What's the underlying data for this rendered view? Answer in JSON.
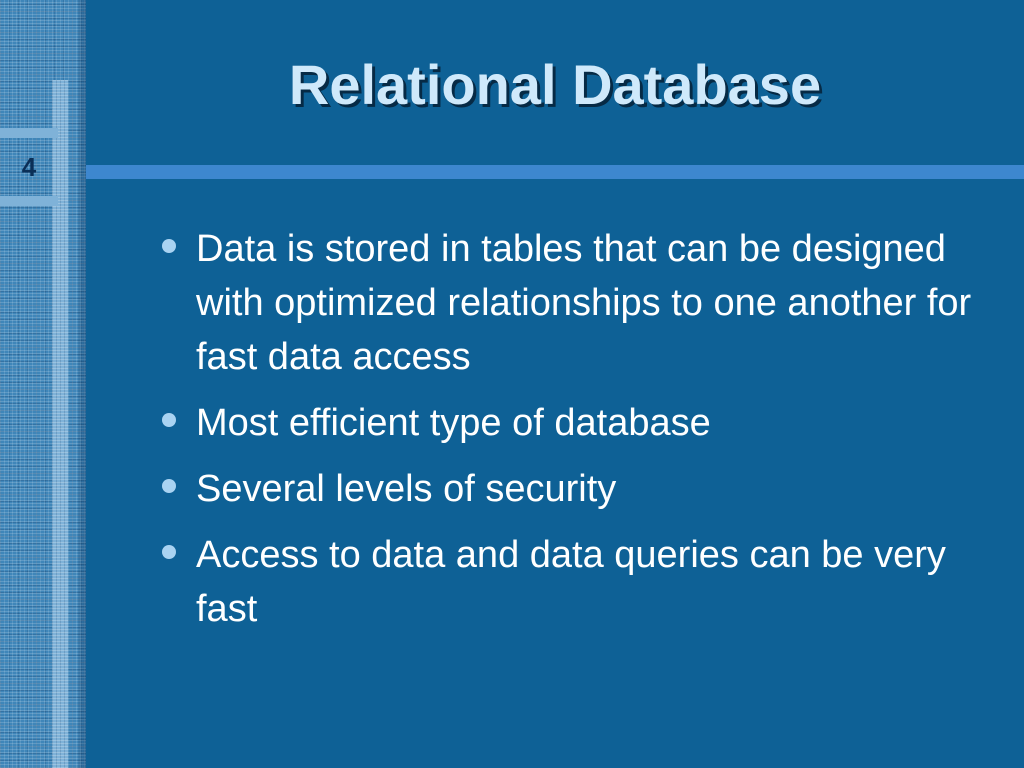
{
  "slide": {
    "number": "4",
    "title": "Relational Database",
    "bullets": [
      "Data is stored in tables that can be designed with optimized relationships to one another for fast data access",
      "Most efficient type of database",
      "Several levels of security",
      "Access to data and data queries can be very fast"
    ]
  },
  "colors": {
    "background": "#0e6196",
    "title_text": "#cfe9fb",
    "body_text": "#ffffff",
    "divider": "#3d87cf",
    "bullet": "#a9d3f2"
  },
  "icons": {
    "bullet": "bullet-dot-icon"
  }
}
